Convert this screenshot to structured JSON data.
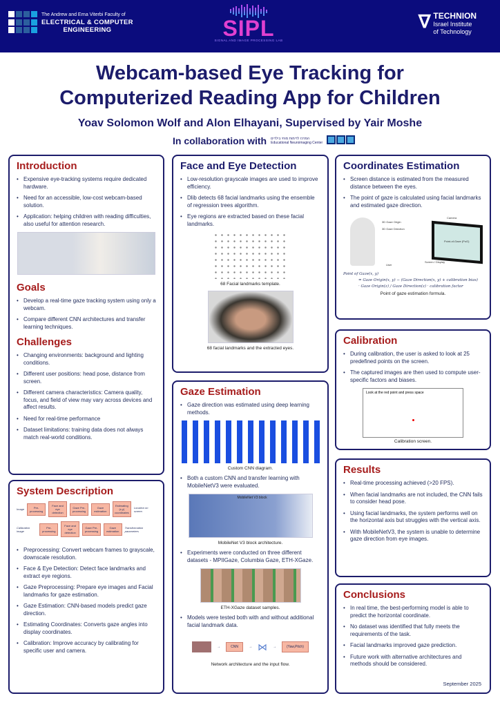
{
  "header": {
    "faculty_line1": "The Andrew and Erna Viterbi Faculty of",
    "faculty_line2": "ELECTRICAL & COMPUTER",
    "faculty_line3": "ENGINEERING",
    "lab_name": "SIPL",
    "lab_sub": "SIGNAL AND IMAGE PROCESSING LAB",
    "tech_name": "TECHNION",
    "tech_line1": "Israel Institute",
    "tech_line2": "of Technology"
  },
  "title_line1": "Webcam-based Eye Tracking for",
  "title_line2": "Computerized Reading App for Children",
  "authors": "Yoav Solomon Wolf and Alon Elhayani, Supervised by Yair Moshe",
  "collab": {
    "label": "In collaboration with",
    "center_hebrew": "המרכז לדימות מוחי בילדים",
    "center_name": "Educational Neuroimaging Center"
  },
  "intro": {
    "title": "Introduction",
    "items": [
      "Expensive eye-tracking systems require dedicated hardware.",
      "Need for an accessible, low-cost webcam-based solution.",
      "Application: helping children with reading difficulties, also useful for attention research."
    ]
  },
  "goals": {
    "title": "Goals",
    "items": [
      "Develop a real-time gaze tracking system using only a webcam.",
      "Compare different CNN architectures and transfer learning techniques."
    ]
  },
  "challenges": {
    "title": "Challenges",
    "items": [
      "Changing environments: background and lighting conditions.",
      "Different user positions: head pose, distance from screen.",
      "Different camera characteristics: Camera quality, focus, and field of view may vary across devices and affect results.",
      "Need for real-time performance",
      "Dataset limitations: training data does not always match real-world conditions."
    ]
  },
  "system": {
    "title": "System Description",
    "flow_top": [
      "Image",
      "Pre-processing",
      "Face and eye detection",
      "Gaze Pre-processing",
      "Gaze estimation",
      "Estimating (x,y) coordinates",
      "Location on screen"
    ],
    "flow_bottom": [
      "Calibration image",
      "Pre-processing",
      "Face and eye detection",
      "Gaze Pre-processing",
      "Gaze estimation",
      "Transformation parameters"
    ],
    "items": [
      "Preprocessing: Convert webcam frames to grayscale, downscale resolution.",
      "Face & Eye Detection: Detect face landmarks and extract eye regions.",
      "Gaze Preprocessing: Prepare eye images and Facial landmarks for gaze estimation.",
      "Gaze Estimation: CNN-based models predict gaze direction.",
      "Estimating Coordinates: Converts gaze angles into display coordinates.",
      "Calibration: Improve accuracy by calibrating for specific user and camera."
    ]
  },
  "face": {
    "title": "Face and Eye Detection",
    "items": [
      "Low-resolution grayscale images are used to improve efficiency.",
      "Dlib detects 68 facial landmarks using the ensemble of regression trees algorithm.",
      "Eye regions are extracted based on these facial landmarks."
    ],
    "cap1": "68 Facial landmarks template.",
    "cap2": "68 facial landmarks and the extracted eyes."
  },
  "gaze": {
    "title": "Gaze Estimation",
    "item1": "Gaze direction was estimated using deep learning methods.",
    "cap1": "Custom CNN diagram.",
    "item2": "Both a custom CNN and transfer learning with MobileNetV3 were evaluated.",
    "mb_label": "MobileNet V3 block",
    "cap2": "MobileNet V3 block architecture.",
    "item3": "Experiments were conducted on three different datasets  - MPIIGaze, Columbia Gaze, ETH-XGaze.",
    "cap3": "ETH-XGaze dataset samples.",
    "item4": "Models were tested both with and without additional facial landmark data.",
    "cnn": "CNN",
    "out": "(Yaw,Pitch)",
    "cap4": "Network architecture and the input flow."
  },
  "coords": {
    "title": "Coordinates Estimation",
    "items": [
      "Screen distance is estimated from the measured distance between the eyes.",
      "The point of gaze is calculated using facial landmarks and estimated gaze direction."
    ],
    "labels": [
      "3D Gaze Origin",
      "3D Gaze Direction",
      "Camera",
      "Point-of-Gaze (PoG)",
      "Screen / Display",
      "User"
    ],
    "f1": "Point of Gaze(x, y)",
    "f2": "= Gaze Origin(x, y) − (Gaze Direction(x, y) + calibration bias)",
    "f3": "· Gaze Origin(z) / Gaze Direction(z) · calibration factor",
    "cap": "Point of gaze estimation formula."
  },
  "calib": {
    "title": "Calibration",
    "items": [
      "During calibration, the user is asked to look at 25 predefined points on the screen.",
      "The captured images are then used to compute user-specific factors and biases."
    ],
    "screen_text": "Look at the red point and press space",
    "cap": "Calibration screen."
  },
  "results": {
    "title": "Results",
    "items": [
      "Real-time processing achieved (>20 FPS).",
      "When facial landmarks are not included, the CNN fails to consider head pose.",
      "Using facial landmarks, the system performs well on the horizontal axis but struggles with the vertical axis.",
      "With MobileNetV3, the system is unable to determine gaze direction from eye images."
    ]
  },
  "concl": {
    "title": "Conclusions",
    "items": [
      "In real time, the best-performing model is able to predict the horizontal coordinate.",
      "No dataset was identified that fully meets the requirements of the task.",
      "Facial landmarks improved gaze prediction.",
      "Future work with alternative architectures and methods should be considered."
    ],
    "date": "September 2025"
  }
}
